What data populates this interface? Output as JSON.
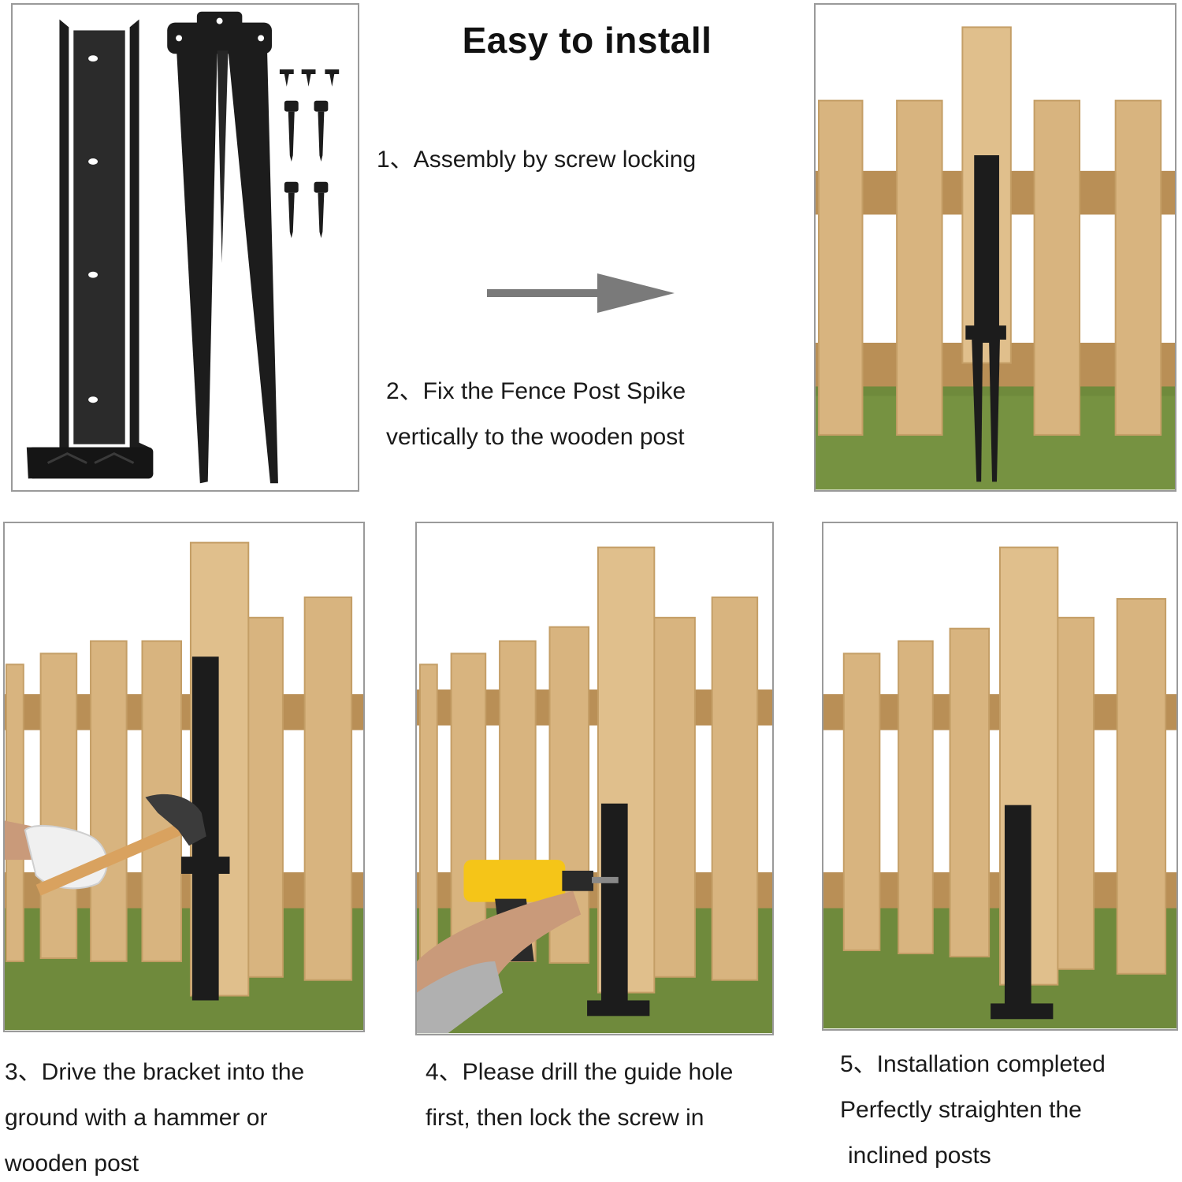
{
  "title": "Easy to install",
  "steps": [
    {
      "lines": [
        "1、Assembly by screw locking"
      ]
    },
    {
      "lines": [
        "2、Fix the Fence Post Spike",
        "vertically to the wooden post"
      ]
    },
    {
      "lines": [
        "3、Drive the bracket into the",
        "ground with a hammer or",
        "wooden post"
      ]
    },
    {
      "lines": [
        "4、Please drill the guide hole",
        "first, then lock the screw in"
      ]
    },
    {
      "lines": [
        "5、Installation completed",
        "Perfectly straighten the",
        "inclined posts"
      ]
    }
  ],
  "icons": {
    "arrow": "right-arrow-icon"
  },
  "colors": {
    "bracket": "#1c1c1c",
    "wood": "#d8b47f",
    "wood_dark": "#b98f56",
    "grass": "#6f8a3c",
    "arrow": "#7a7a7a"
  }
}
